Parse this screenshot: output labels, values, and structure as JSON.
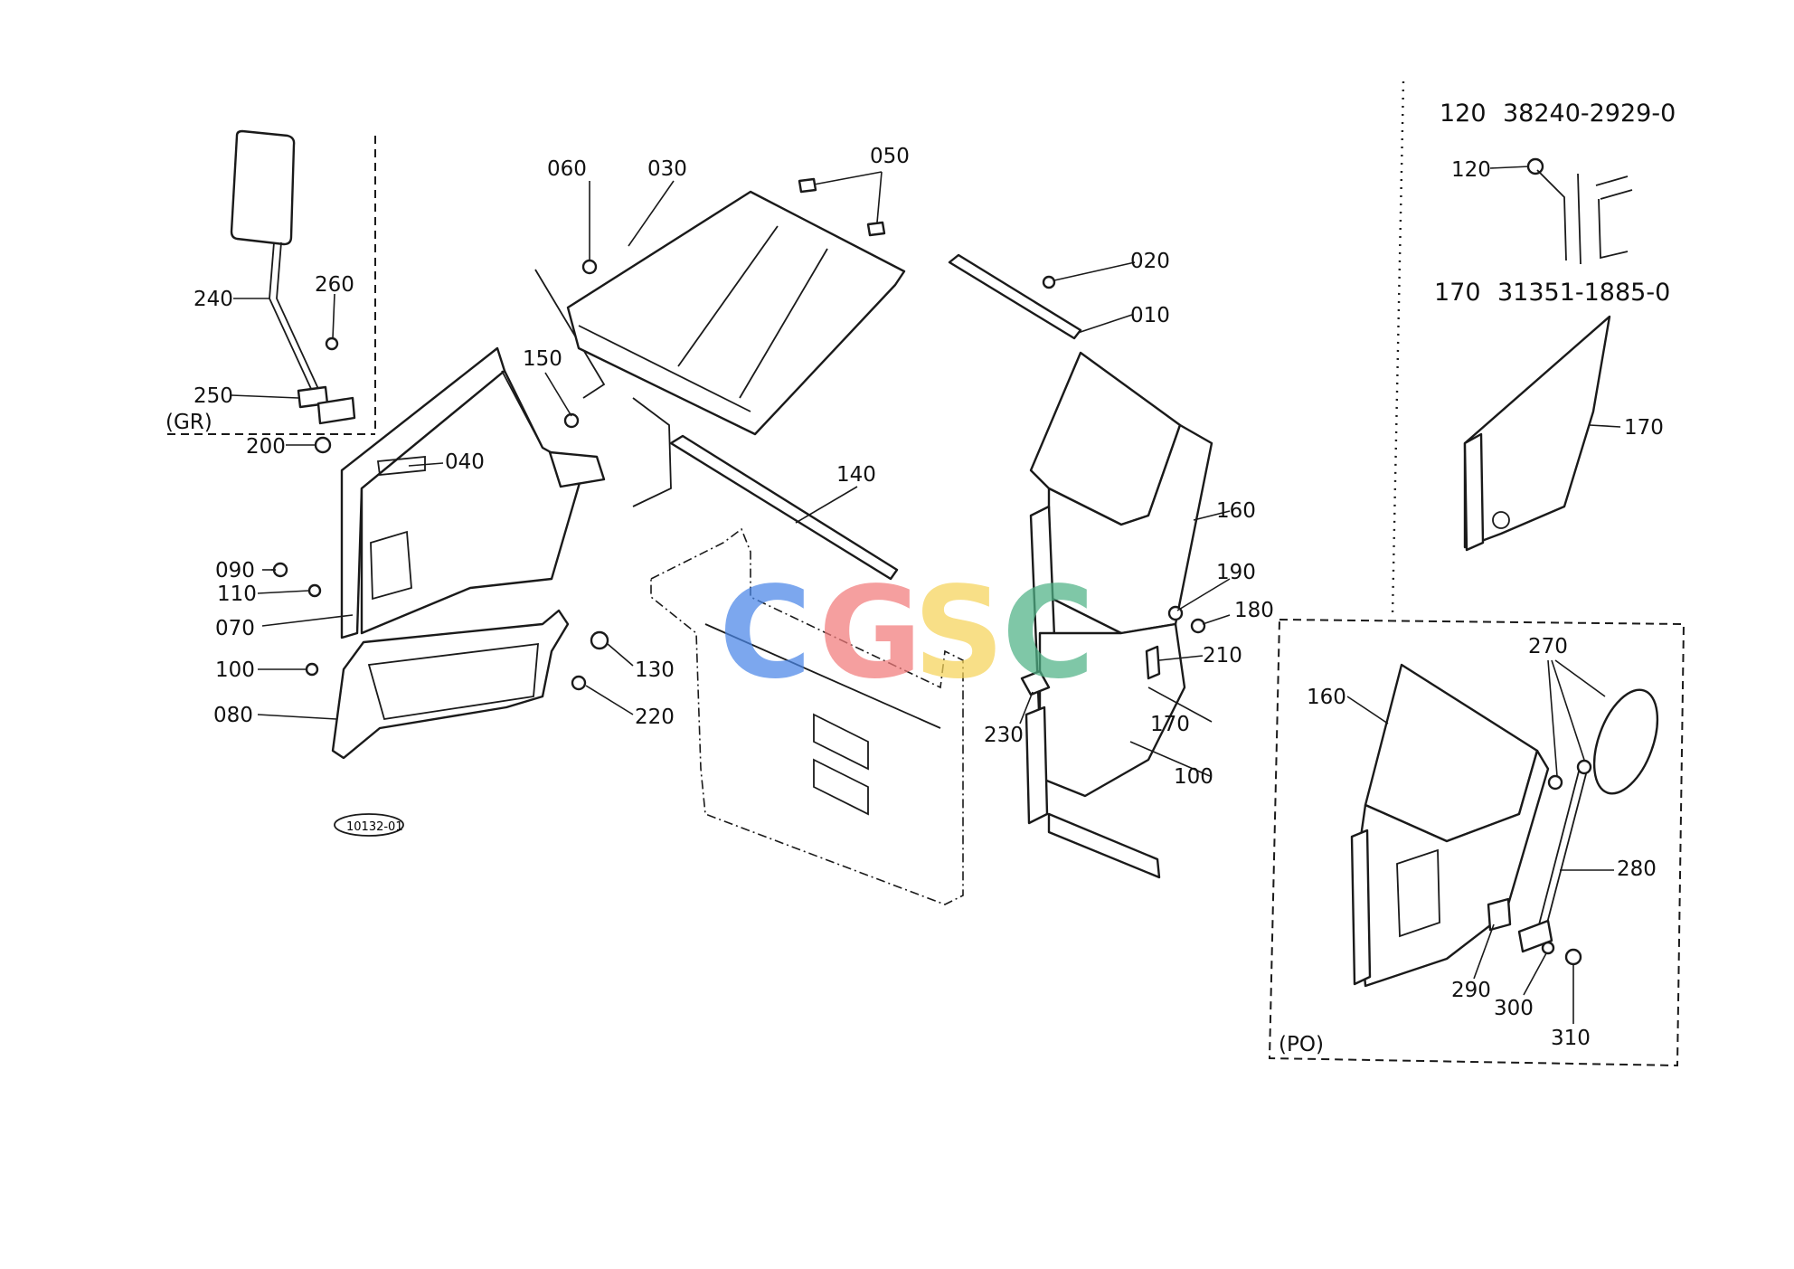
{
  "labels": {
    "p240": "240",
    "p260": "260",
    "p250": "250",
    "gr": "(GR)",
    "p200": "200",
    "p040": "040",
    "p150": "150",
    "p060": "060",
    "p030": "030",
    "p050": "050",
    "p020": "020",
    "p010": "010",
    "p140": "140",
    "p160": "160",
    "p190": "190",
    "p180": "180",
    "p210": "210",
    "p170": "170",
    "p230": "230",
    "p100r": "100",
    "p090": "090",
    "p110": "110",
    "p070": "070",
    "p100l": "100",
    "p080": "080",
    "p130": "130",
    "p220": "220",
    "stamp": "10132-01",
    "po_160": "160",
    "po_270": "270",
    "po_280": "280",
    "po_290": "290",
    "po_300": "300",
    "po_310": "310",
    "po": "(PO)",
    "d120": "120",
    "d170": "170"
  },
  "supersession": [
    {
      "ref": "120",
      "part_no": "38240-2929-0"
    },
    {
      "ref": "170",
      "part_no": "31351-1885-0"
    }
  ],
  "watermark": {
    "letters": [
      "C",
      "G",
      "S",
      "C"
    ],
    "colors": [
      "#4a86e8",
      "#f27b7b",
      "#f6d45a",
      "#4fb286"
    ]
  }
}
